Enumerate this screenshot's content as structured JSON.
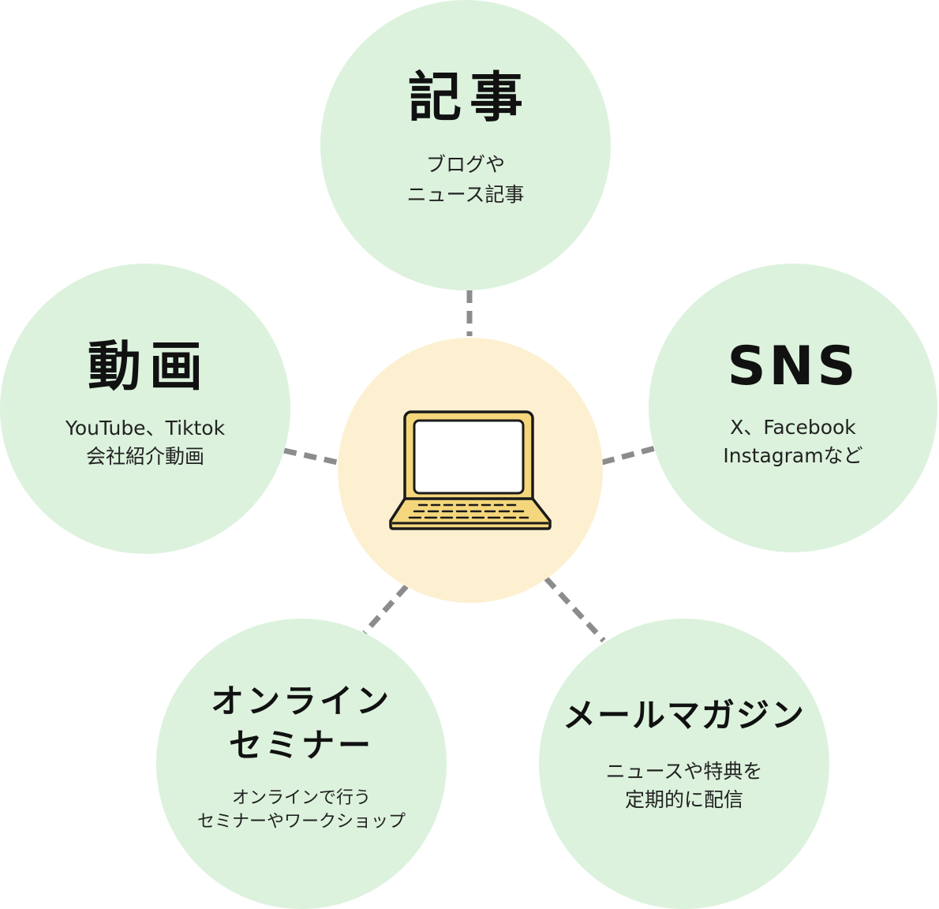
{
  "colors": {
    "node_fill": "#dcf2dd",
    "hub_fill": "#fdf0d1",
    "laptop_body": "#f4d77c",
    "laptop_outline": "#1a1a1a",
    "screen": "#ffffff",
    "keys": "#d4d4d4",
    "connector": "#8c8c8c"
  },
  "hub": {
    "icon": "laptop-icon"
  },
  "nodes": {
    "article": {
      "title": "記事",
      "desc": "ブログや\nニュース記事"
    },
    "sns": {
      "title": "SNS",
      "desc": "X、Facebook\nInstagramなど"
    },
    "mail": {
      "title": "メールマガジン",
      "desc": "ニュースや特典を\n定期的に配信"
    },
    "seminar": {
      "title": "オンライン\nセミナー",
      "desc": "オンラインで行う\nセミナーやワークショップ"
    },
    "video": {
      "title": "動画",
      "desc": "YouTube、Tiktok\n会社紹介動画"
    }
  }
}
